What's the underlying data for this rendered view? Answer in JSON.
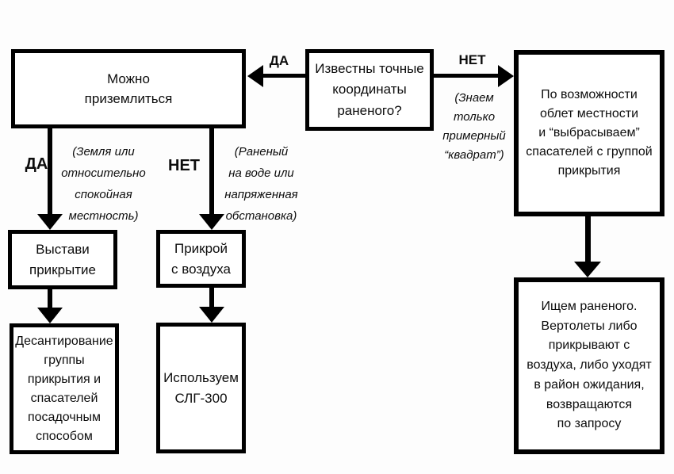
{
  "meta": {
    "background_color": "#fdfdfd",
    "ink_color": "#000000",
    "diagram_type": "flowchart"
  },
  "nodes": {
    "coords_question": {
      "label": "Известны точные\nкоординаты\nраненого?"
    },
    "can_land": {
      "label": "Можно\nприземлиться"
    },
    "flyover_drop": {
      "label": "По возможности\nоблет местности\nи “выбрасываем”\nспасателей с группой\nприкрытия"
    },
    "set_cover": {
      "label": "Выстави\nприкрытие"
    },
    "cover_from_air": {
      "label": "Прикрой\nс воздуха"
    },
    "landing_party": {
      "label": "Десантирование\nгруппы\nприкрытия и\nспасателей\nпосадочным\nспособом"
    },
    "use_slg": {
      "label": "Используем\nСЛГ-300"
    },
    "search_wounded": {
      "label": "Ищем раненого.\nВертолеты либо\nприкрывают с\nвоздуха, либо уходят\nв район ожидания,\nвозвращаются\nпо запросу"
    }
  },
  "edges": {
    "coords_yes": {
      "label": "ДА"
    },
    "coords_no": {
      "label": "НЕТ",
      "note": "(Знаем\nтолько\nпримерный\n“квадрат”)"
    },
    "land_yes": {
      "label": "ДА",
      "note": "(Земля или\nотносительно\nспокойная\nместность)"
    },
    "land_no": {
      "label": "НЕТ",
      "note": "(Раненый\nна воде или\nнапряженная\nобстановка)"
    }
  }
}
